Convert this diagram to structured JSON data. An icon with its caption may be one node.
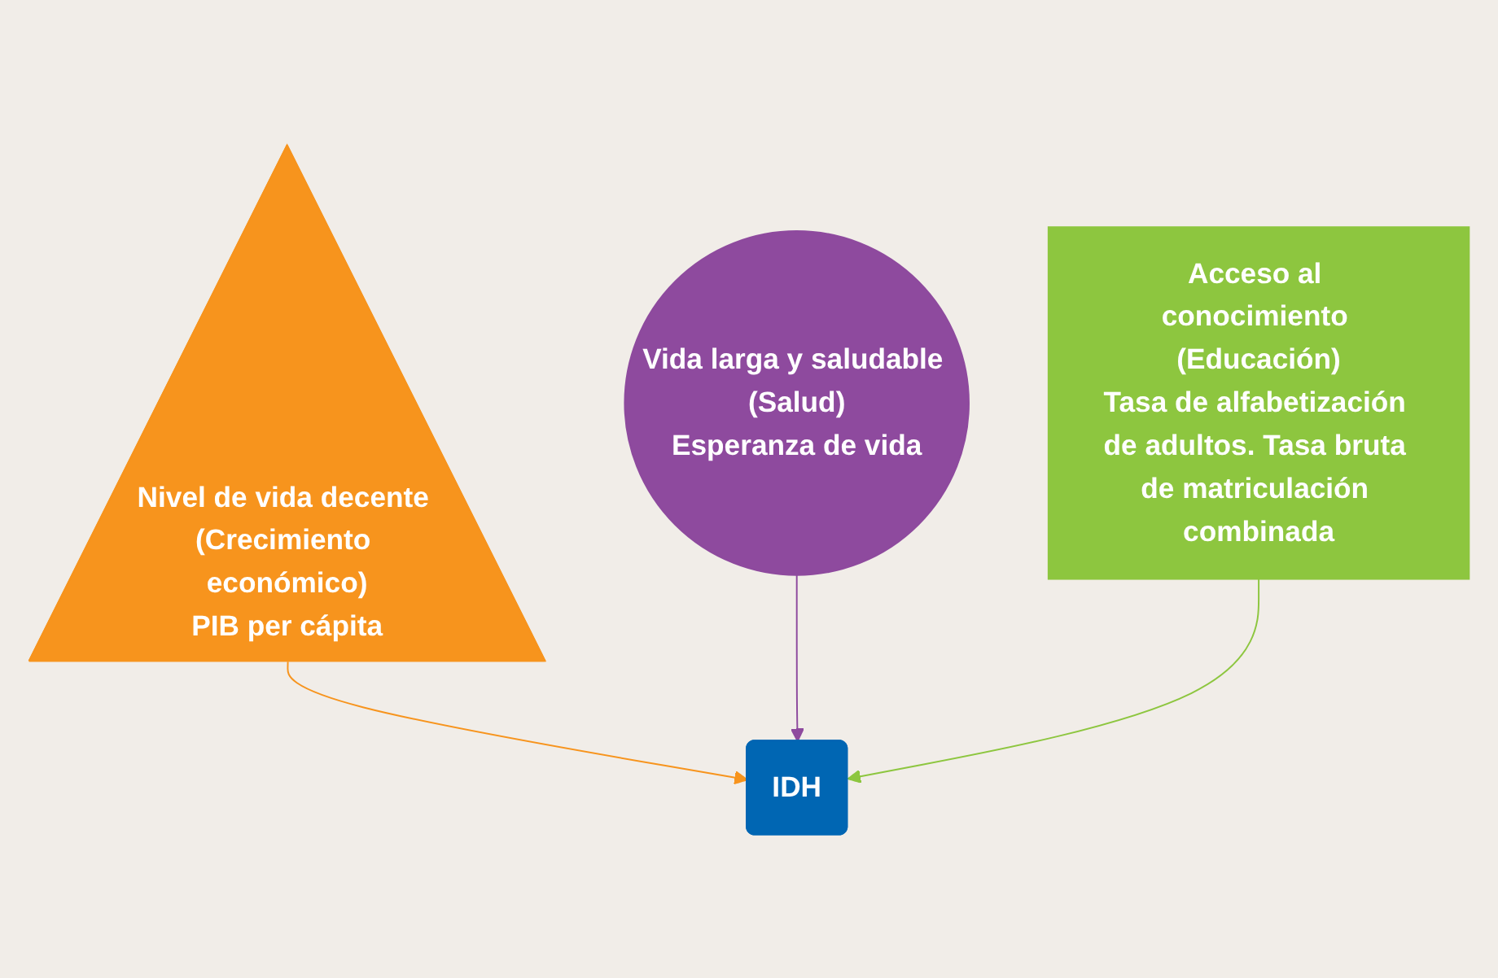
{
  "diagram": {
    "nodes": [
      {
        "text": [
          "Nivel de vida decente (Crecimiento económico)",
          "PIB per cápita"
        ]
      },
      {
        "text": [
          "Vida larga y saludable (Salud)",
          "Esperanza de vida"
        ]
      },
      {
        "text": [
          "IDH"
        ]
      },
      {
        "text": [
          "Acceso al conocimiento (Educación)",
          "Tasa de alfabetización de adultos. Tasa bruta de matriculación combinada"
        ]
      }
    ],
    "edges": [
      {
        "from": 0,
        "to": 2,
        "arrow": "to",
        "color": "#f7941d"
      },
      {
        "from": 1,
        "to": 2,
        "arrow": "to",
        "color": "#8e4a9e"
      },
      {
        "from": 3,
        "to": 2,
        "arrow": "to",
        "color": "#8dc63f"
      }
    ]
  }
}
